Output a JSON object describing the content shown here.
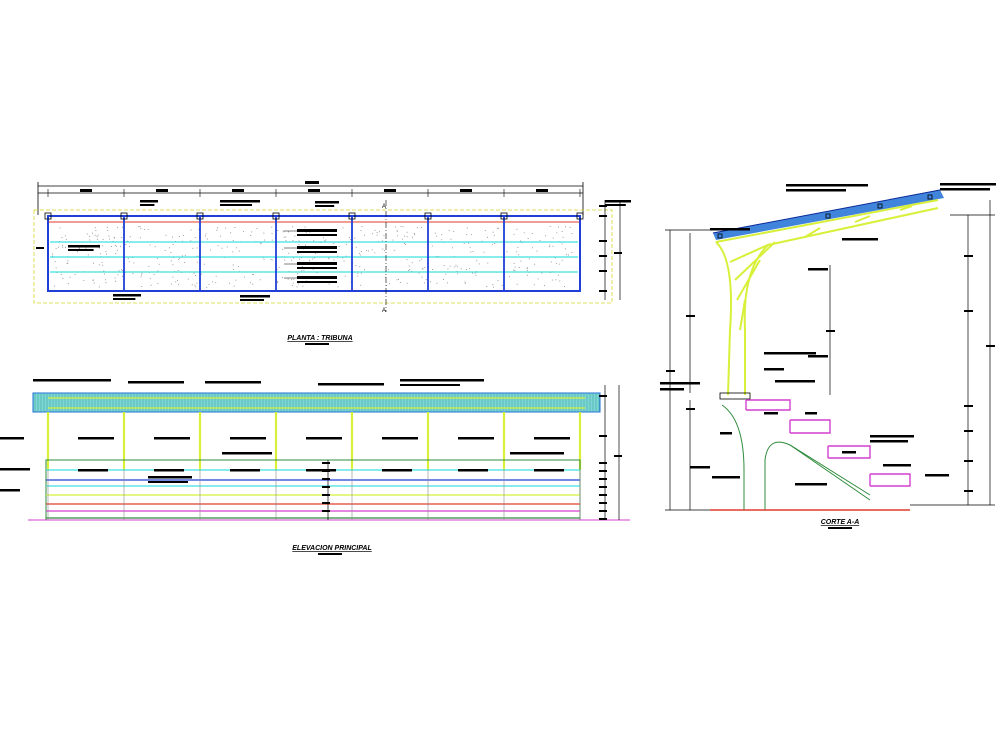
{
  "drawing": {
    "plan_title": "PLANTA : TRIBUNA",
    "elevation_title": "ELEVACION PRINCIPAL",
    "section_title": "CORTE A-A",
    "section_marker_top": "A",
    "section_marker_bottom": "A"
  },
  "colors": {
    "background": "#ffffff",
    "line_black": "#000000",
    "steel_blue": "#1f3fd6",
    "roof_cyan": "#17b5b0",
    "column_yellow": "#d8f03a",
    "concrete_green": "#2e8b3c",
    "step_magenta": "#d43fd0",
    "slab_red": "#e23c2c",
    "grid_cyan": "#3fe0e0",
    "hatch_grey": "#8a8a8a"
  }
}
